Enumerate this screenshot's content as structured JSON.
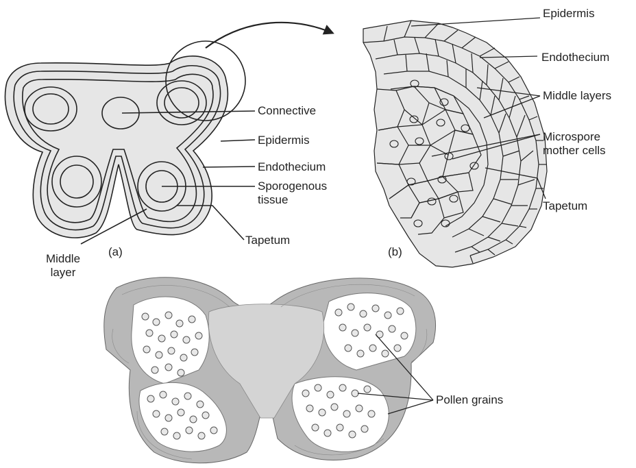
{
  "diagram_a": {
    "panel_label": "(a)",
    "labels": {
      "connective": "Connective",
      "epidermis": "Epidermis",
      "endothecium": "Endothecium",
      "sporogenous_tissue_line1": "Sporogenous",
      "sporogenous_tissue_line2": "tissue",
      "tapetum": "Tapetum",
      "middle_layer_line1": "Middle",
      "middle_layer_line2": "layer"
    }
  },
  "diagram_b": {
    "panel_label": "(b)",
    "labels": {
      "epidermis": "Epidermis",
      "endothecium": "Endothecium",
      "middle_layers": "Middle layers",
      "microspore_line1": "Microspore",
      "microspore_line2": "mother cells",
      "tapetum": "Tapetum"
    }
  },
  "diagram_c": {
    "labels": {
      "pollen_grains": "Pollen grains"
    }
  },
  "colors": {
    "line": "#222222",
    "tissue_fill": "#e6e6e6",
    "micrograph_wall": "#b8b8b8",
    "micrograph_core": "#d4d4d4"
  }
}
